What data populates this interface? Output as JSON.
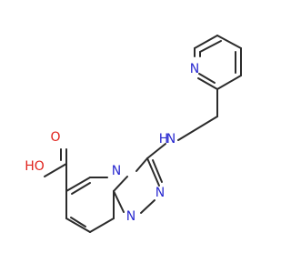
{
  "molecule": {
    "atom_labels": {
      "n_pyridine": "N",
      "n_amine": "N",
      "h_amine": "H",
      "n_bridge": "N",
      "n_triazole_a": "N",
      "n_triazole_b": "N",
      "o_hydroxyl": "HO",
      "o_carbonyl": "O"
    },
    "colors": {
      "carbon": "#2b2b2b",
      "nitrogen": "#2a2ad0",
      "oxygen": "#e0201a",
      "background": "#ffffff"
    }
  }
}
